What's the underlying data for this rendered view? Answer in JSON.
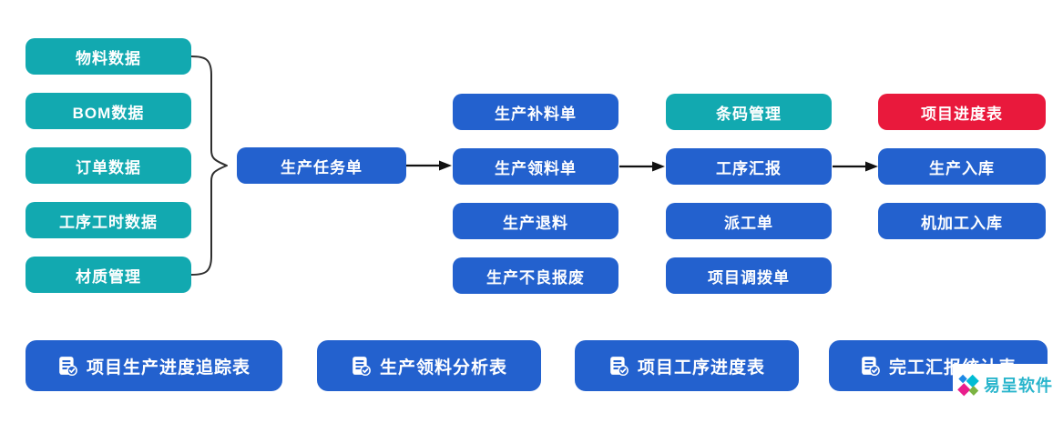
{
  "colors": {
    "teal": "#12A9B0",
    "blue": "#2361CE",
    "red": "#E9193C",
    "connector": "#2F2F2F",
    "logo_text": "#29B5CC",
    "logo_diamond_blue": "#1E88E5",
    "logo_diamond_teal": "#00BCD4",
    "logo_diamond_magenta": "#E91E8C",
    "logo_diamond_green": "#7CB342"
  },
  "flow": {
    "sources": [
      {
        "label": "物料数据"
      },
      {
        "label": "BOM数据"
      },
      {
        "label": "订单数据"
      },
      {
        "label": "工序工时数据"
      },
      {
        "label": "材质管理"
      }
    ],
    "task": {
      "label": "生产任务单"
    },
    "material_docs": [
      {
        "label": "生产补料单"
      },
      {
        "label": "生产领料单"
      },
      {
        "label": "生产退料"
      },
      {
        "label": "生产不良报废"
      }
    ],
    "process_docs": [
      {
        "label": "条码管理"
      },
      {
        "label": "工序汇报"
      },
      {
        "label": "派工单"
      },
      {
        "label": "项目调拨单"
      }
    ],
    "output_docs": [
      {
        "label": "项目进度表"
      },
      {
        "label": "生产入库"
      },
      {
        "label": "机加工入库"
      }
    ],
    "reports": [
      {
        "label": "项目生产进度追踪表"
      },
      {
        "label": "生产领料分析表"
      },
      {
        "label": "项目工序进度表"
      },
      {
        "label": "完工汇报统计表"
      }
    ]
  },
  "logo": {
    "text": "易呈软件"
  }
}
